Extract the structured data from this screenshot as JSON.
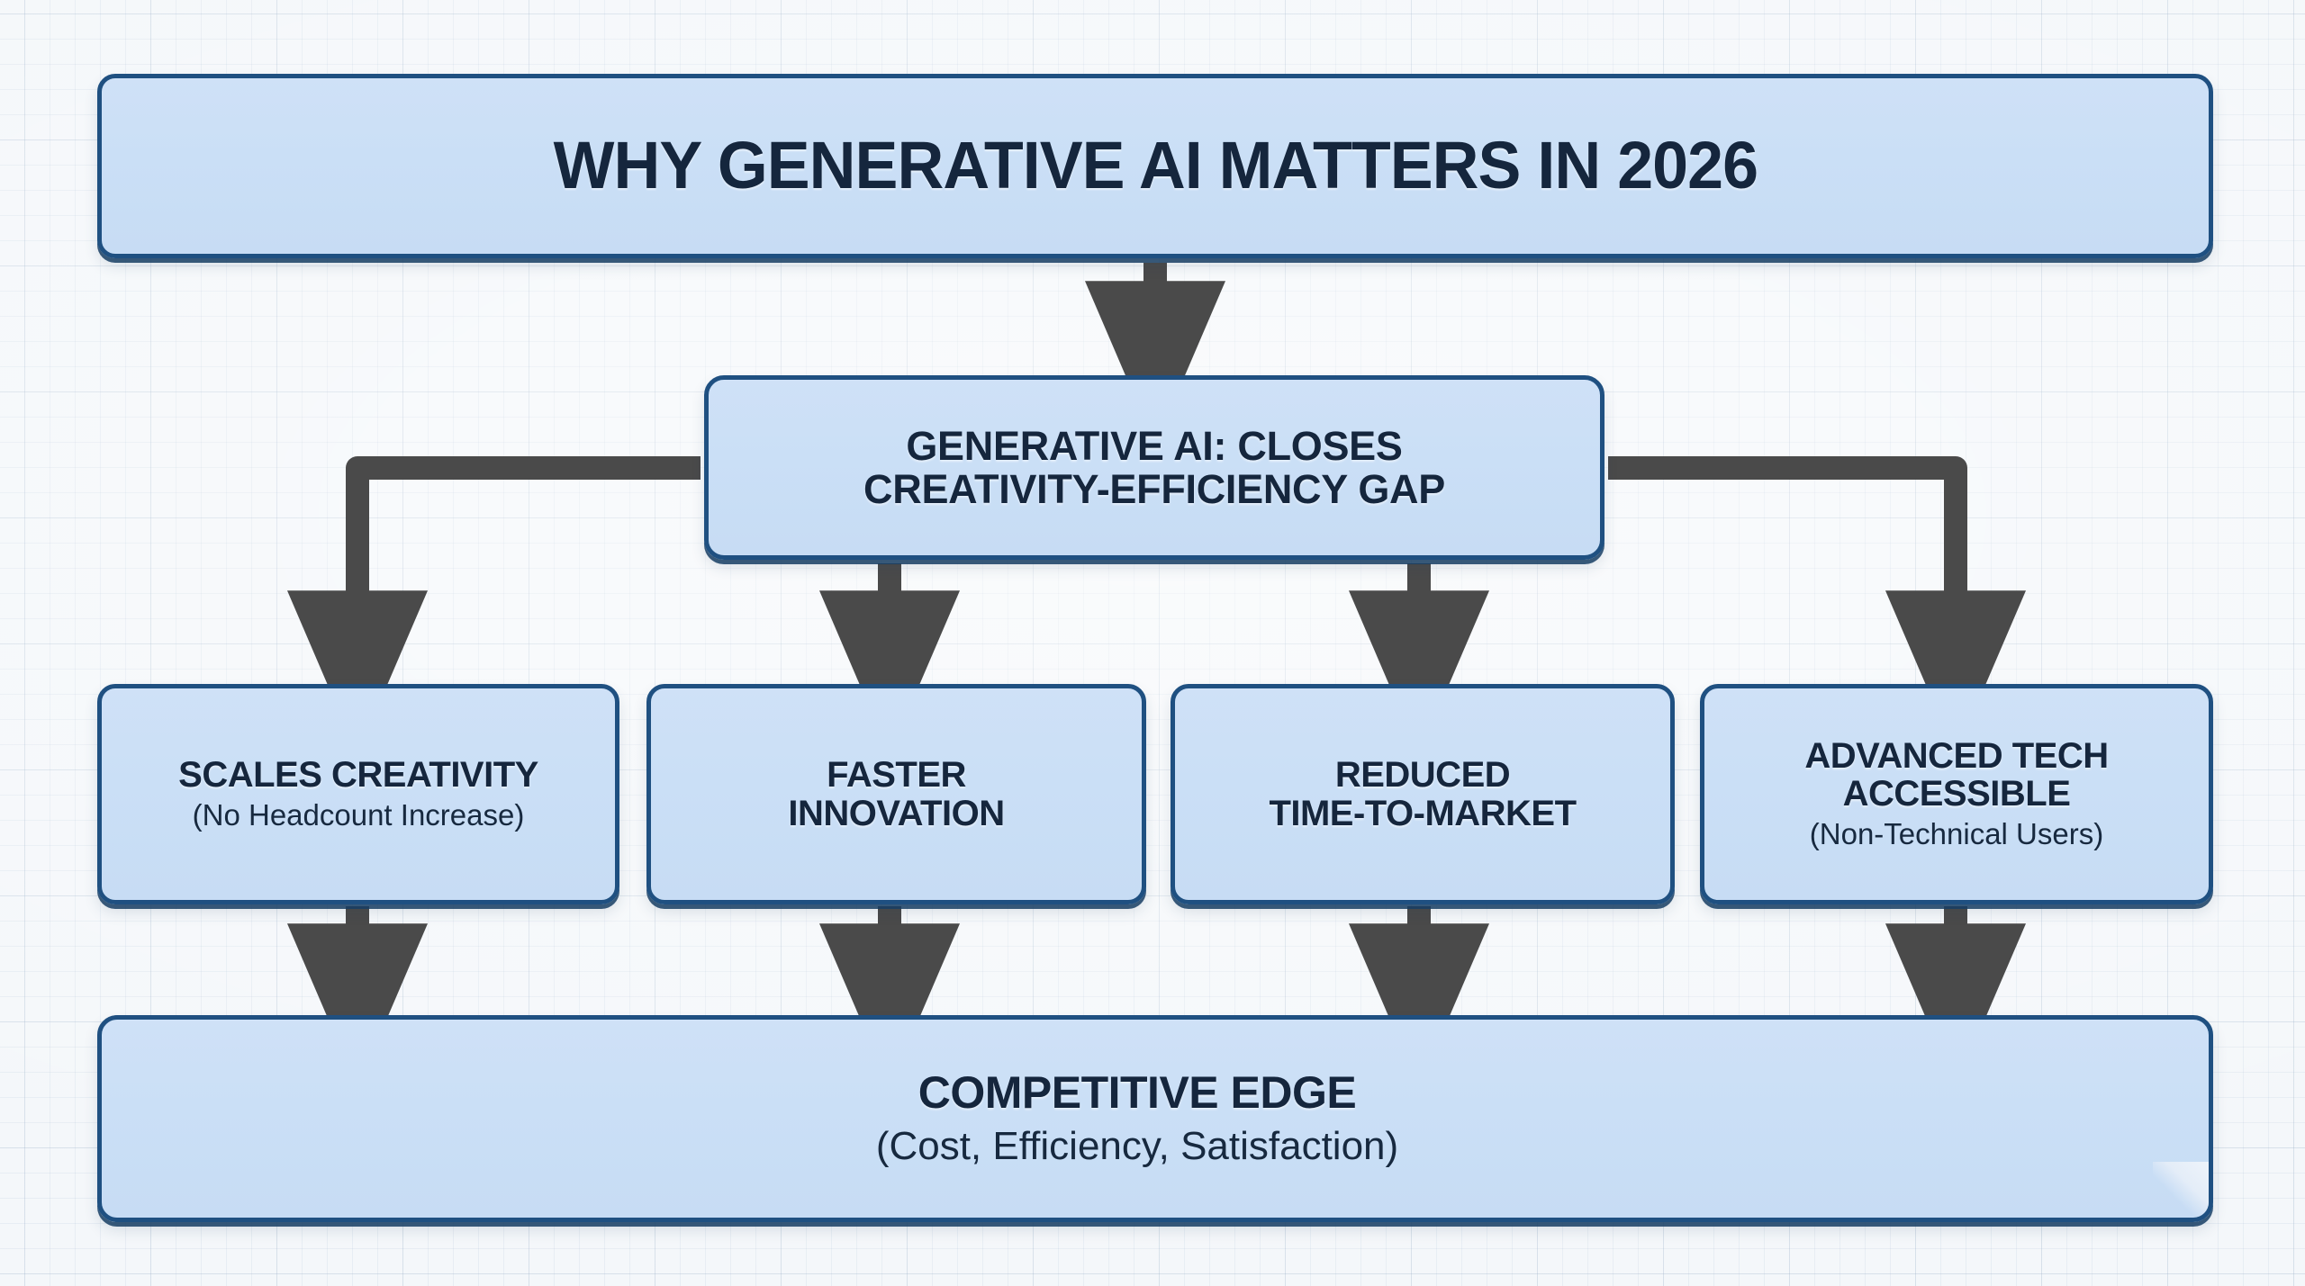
{
  "diagram": {
    "title_box": {
      "text": "WHY GENERATIVE AI MATTERS IN 2026"
    },
    "hub_box": {
      "line1": "GENERATIVE AI: CLOSES",
      "line2": "CREATIVITY-EFFICIENCY GAP"
    },
    "benefits": [
      {
        "line1": "SCALES CREATIVITY",
        "line2": "",
        "sub": "(No Headcount Increase)"
      },
      {
        "line1": "FASTER",
        "line2": "INNOVATION",
        "sub": ""
      },
      {
        "line1": "REDUCED",
        "line2": "TIME-TO-MARKET",
        "sub": ""
      },
      {
        "line1": "ADVANCED TECH",
        "line2": "ACCESSIBLE",
        "sub": "(Non-Technical Users)"
      }
    ],
    "outcome_box": {
      "title": "COMPETITIVE EDGE",
      "sub": "(Cost, Efficiency, Satisfaction)"
    },
    "colors": {
      "node_fill": "#cadef6",
      "node_border": "#1f5081",
      "text": "#15263d",
      "connector": "#4a4a4a",
      "background": "#f4f7fa",
      "grid_line": "#94aac4"
    }
  }
}
